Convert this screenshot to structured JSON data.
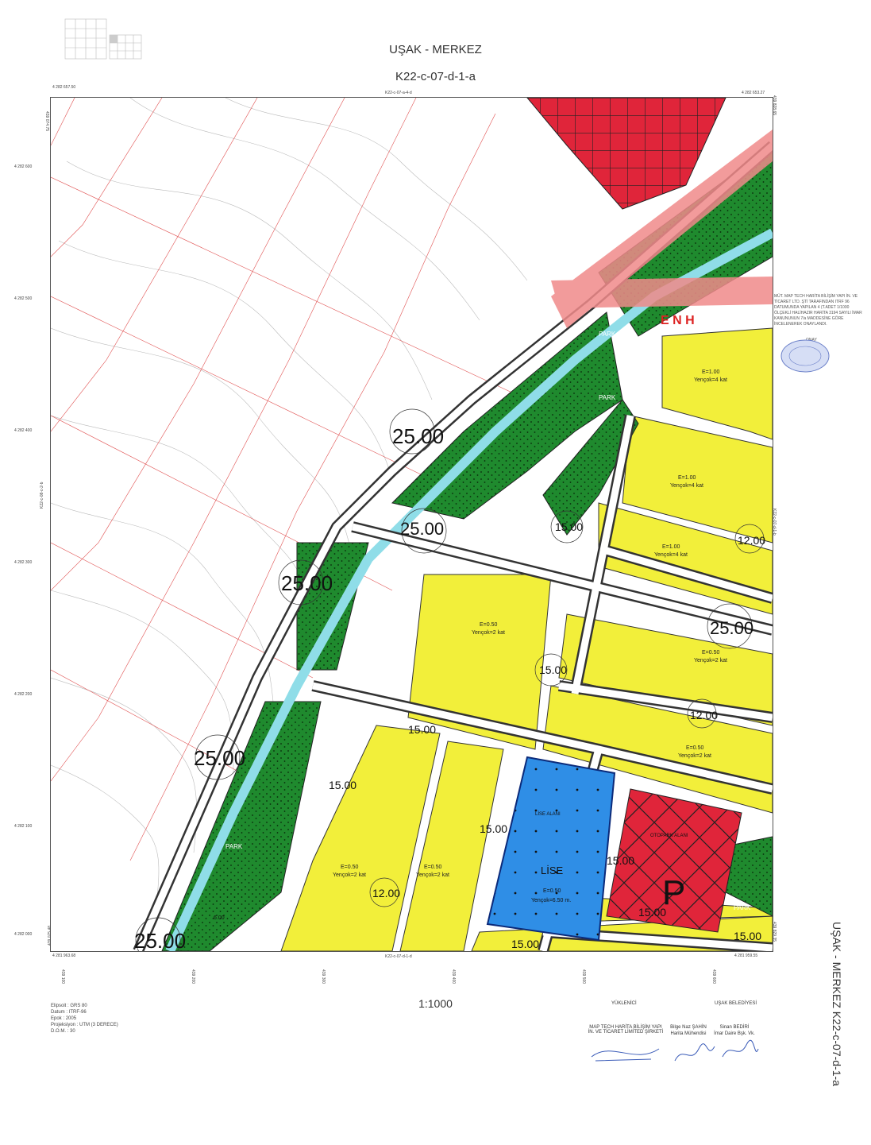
{
  "header": {
    "title": "UŞAK - MERKEZ",
    "sheet": "K22-c-07-d-1-a",
    "sheet_top": "K22-c-07-a-4-d",
    "sheet_bottom": "K22-c-07-d-1-d",
    "sheet_left": "K22-c-08-c-2-b",
    "sheet_right": "K22-c-07-d-1-b"
  },
  "side_title": "UŞAK - MERKEZ K22-c-07-d-1-a",
  "scale": "1:1000",
  "corner_coords": {
    "top_left_n": "4 282 657.50",
    "top_right_n": "4 282 653.27",
    "bottom_left_n": "4 281 963.68",
    "bottom_right_n": "4 281 959.55",
    "top_left_e": "439 074.75",
    "top_right_e": "439 828.65",
    "bottom_left_e": "439 075.48",
    "bottom_right_e": "439 829.35"
  },
  "northing_ticks": [
    "4 282 600",
    "4 282 500",
    "4 282 400",
    "4 282 300",
    "4 282 200",
    "4 282 100",
    "4 282 000"
  ],
  "easting_ticks": [
    "439 100",
    "439 200",
    "439 300",
    "439 400",
    "439 500",
    "439 600"
  ],
  "road_widths": [
    "25.00",
    "25.00",
    "25.00",
    "25.00",
    "25.00",
    "25.00",
    "15.00",
    "15.00",
    "15.00",
    "15.00",
    "15.00",
    "15.00",
    "15.00",
    "15.00",
    "15.00",
    "12.00",
    "12.00",
    "12.00",
    "6.00"
  ],
  "zones": {
    "park": "PARK",
    "school_area": "LİSE ALANI",
    "school": "LİSE",
    "school_params": "E=0.50",
    "school_height": "Yençok=6.50 m.",
    "parking_area": "OTOPARK ALANI",
    "parking": "P",
    "enh": "E N H",
    "res_1": "E=1.00",
    "res_1_height": "Yençok=4 kat",
    "res_2": "E=0.50",
    "res_2_height": "Yençok=2 kat"
  },
  "note": "MÜT. MAP TECH HARİTA BİLİŞİM YAPI İN. VE TİCARET LTD. ŞTİ TARAFINDAN ITRF 96 DATUMUNDA YAPILAN 4 (T.ADET 1/1000 ÖLÇEKLİ HALİHAZIR HARİTA 3194 SAYILI İMAR KANUNUNUN 7/a MADDESİNE GÖRE İNCELENEREK ONAYLANDI.",
  "stamp_label": "ONAY",
  "info": {
    "projection_label": "Elipsoit",
    "projection_value": ": GRS 80",
    "datum_label": "Datum",
    "datum_value": ": ITRF-96",
    "epoch_label": "Epok",
    "epoch_value": ": 2005",
    "proj_label": "Projeksiyon",
    "proj_value": ": UTM (3 DERECE)",
    "dom_label": "D.O.M.",
    "dom_value": ": 30"
  },
  "signatures": {
    "header_1": "YÜKLENİCİ",
    "header_2": "UŞAK BELEDİYESİ",
    "company": "MAP TECH HARİTA BİLİŞİM YAPI İN. VE TİCARET LİMİTED ŞİRKETİ",
    "engineer": "Bilge Naz ŞAHİN",
    "engineer_title": "Harita Mühendisi",
    "mayor": "Sinan BEDİRİ",
    "mayor_title": "İmar Daire Bşk. Vk."
  },
  "colors": {
    "park": "#1f8a2e",
    "residential": "#f2ef3a",
    "school": "#2f8ee6",
    "parking": "#e0253a",
    "canal": "#8fdde8",
    "enh": "#f08a8a",
    "road": "#ffffff"
  }
}
